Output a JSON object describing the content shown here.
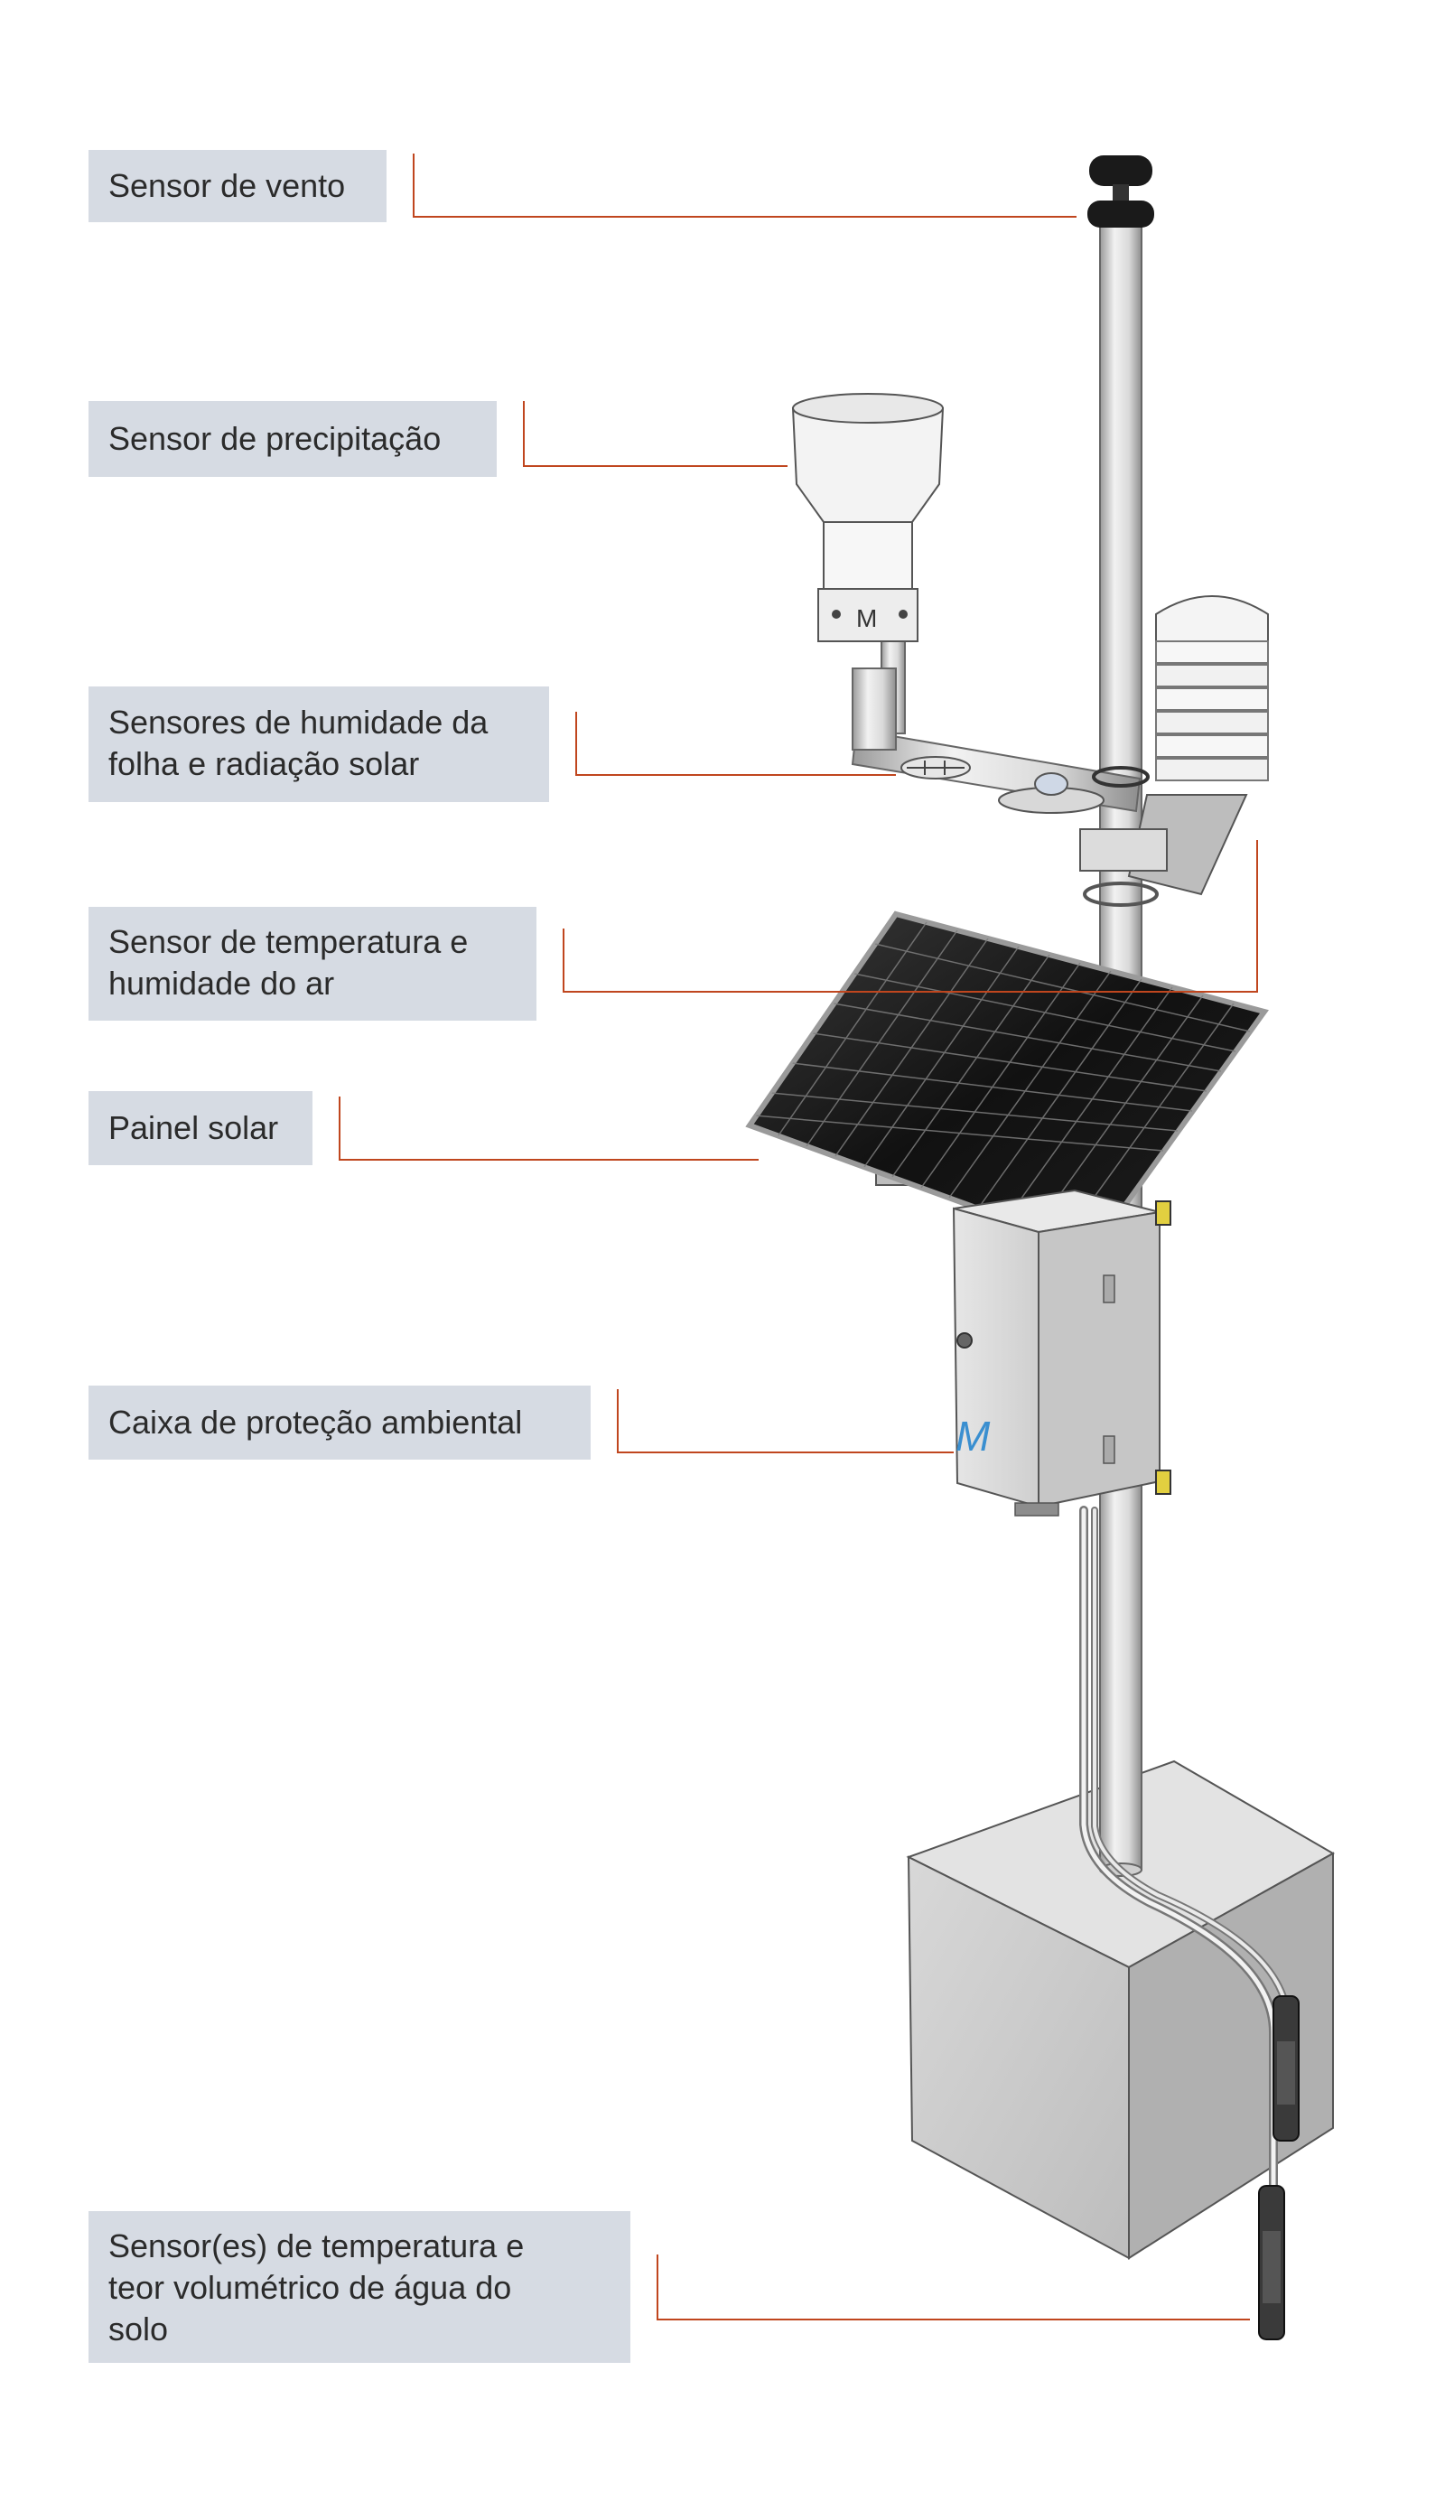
{
  "colors": {
    "leader_line": "#c0461e",
    "label_background": "#d6dbe3",
    "label_text": "#2b2b2b"
  },
  "labels": {
    "wind_sensor": "Sensor de vento",
    "rain_sensor": "Sensor de precipitação",
    "leaf_solar_sensors": "Sensores de humidade da\n folha e radiação solar",
    "air_temp_humidity_sensor": "Sensor de temperatura e\nhumidade do ar",
    "solar_panel": "Painel solar",
    "enclosure": "Caixa de proteção ambiental",
    "soil_sensor": "Sensor(es) de temperatura e\nteor volumétrico de água do\nsolo"
  },
  "icons": {
    "logo_mark": "M"
  }
}
